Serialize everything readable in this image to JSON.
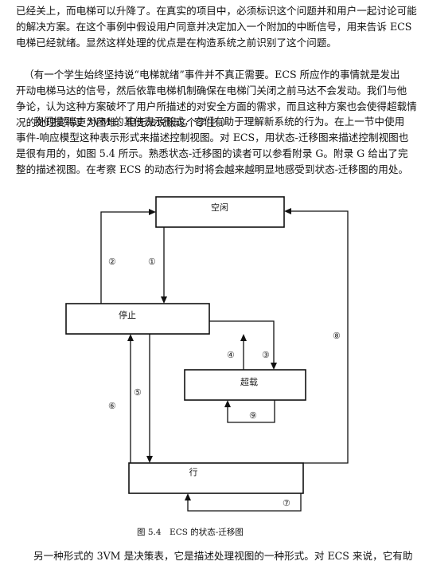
{
  "paragraphs": [
    {
      "id": "p1",
      "lines": [
        "已经关上，而电梯可以升降了。在真实的项目中，必须标识这个问题并和用户一起讨论可能",
        "的解决方案。在这个事例中假设用户同意并决定加入一个附加的中断信号，用来告诉 ECS",
        "电梯已经就绪。显然这样处理的优点是在构造系统之前识别了这个问题。"
      ]
    },
    {
      "id": "p2",
      "lines": [
        "（有一个学生始终坚持说“电梯就绪”事件并不真正需要。ECS 所应作的事情就是发出",
        "开动电梯马达的信号，然后依靠电梯机制确保在电梯门关闭之前马达不会发动。我们与他",
        "争论，认为这种方案破坏了用户所描述的对安全方面的需求，而且这种方案也会使得超载情",
        "况的处理变得更为困难。但无法说服这个学生。）"
      ]
    },
    {
      "id": "p3",
      "lines": [
        "我们提到过 3VM 的其他表示形式，它们有助于理解新系统的行为。在上一节中使用",
        "事件-响应模型这种表示形式来描述控制视图。对 ECS，用状态-迁移图来描述控制视图也",
        "是很有用的，如图 5.4 所示。熟悉状态-迁移图的读者可以参看附录 G。附录 G 给出了完",
        "整的描述视图。在考察 ECS 的动态行为时将会越来越明显地感受到状态-迁移图的用处。"
      ]
    },
    {
      "id": "p4",
      "lines": [
        "另一种形式的 3VM 是决策表，它是描述处理视图的一种形式。对 ECS 来说，它有助"
      ]
    }
  ],
  "figure": {
    "states": {
      "idle": "空闲",
      "stopped": "停止",
      "overload": "超载",
      "moving": "行"
    },
    "transitions": [
      "②",
      "①",
      "④",
      "③",
      "⑤",
      "⑥",
      "⑧",
      "⑨",
      "⑦"
    ],
    "caption": "图 5.4　ECS 的状态-迁移图"
  }
}
